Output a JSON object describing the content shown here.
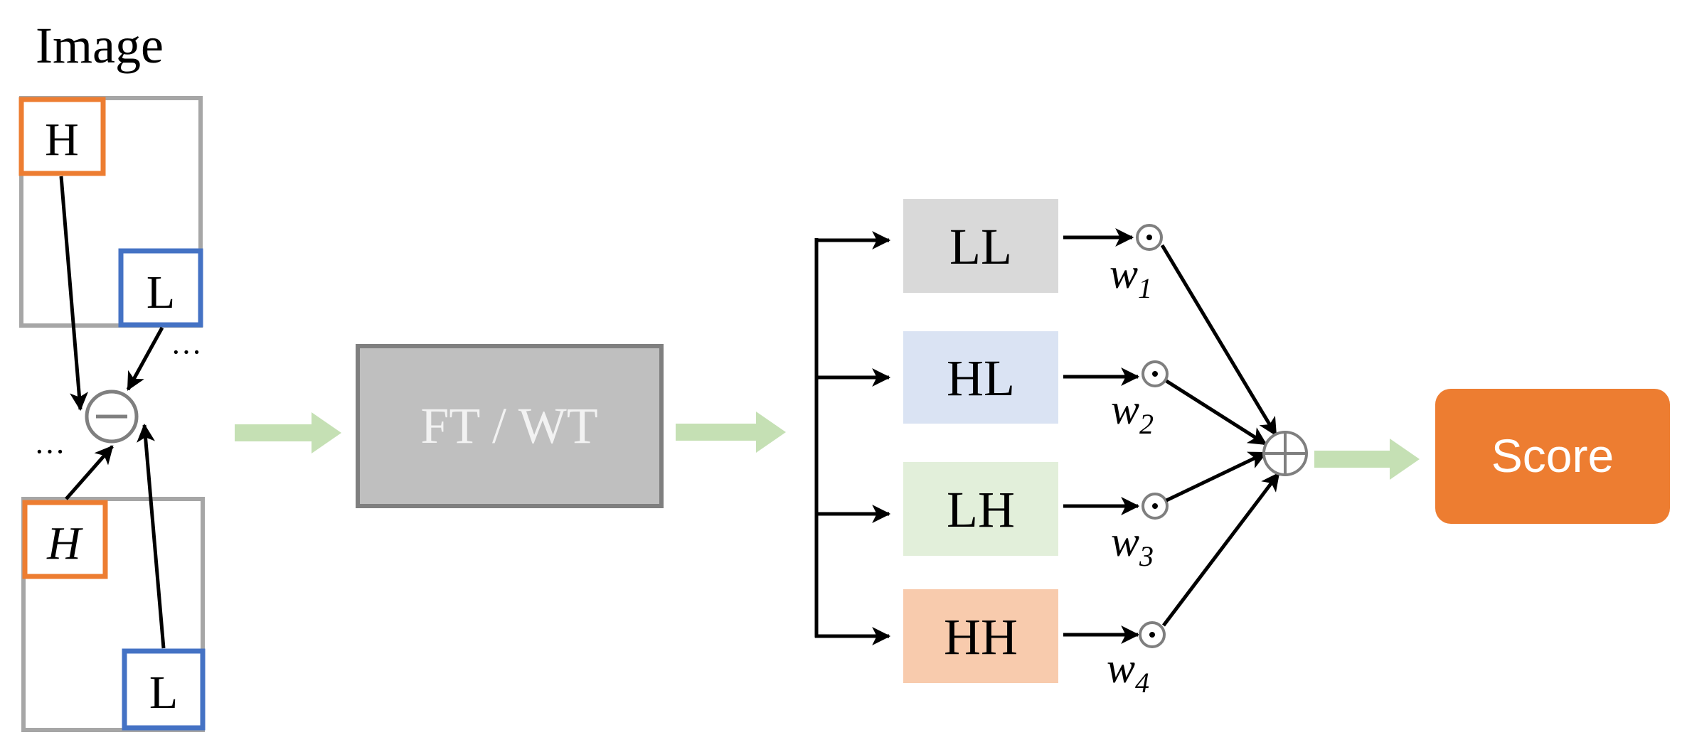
{
  "image_panel": {
    "title": "Image",
    "top_high_label": "H",
    "top_low_label": "L",
    "bottom_high_label": "H",
    "bottom_low_label": "L",
    "ellipsis_right": "···",
    "ellipsis_left": "···"
  },
  "transform_block": {
    "label": "FT / WT"
  },
  "subbands": [
    {
      "label": "LL",
      "weight_base": "w",
      "weight_sub": "1",
      "color": "#d9d9d9"
    },
    {
      "label": "HL",
      "weight_base": "w",
      "weight_sub": "2",
      "color": "#dae3f3"
    },
    {
      "label": "LH",
      "weight_base": "w",
      "weight_sub": "3",
      "color": "#e2efda"
    },
    {
      "label": "HH",
      "weight_base": "w",
      "weight_sub": "4",
      "color": "#f8cbad"
    }
  ],
  "score": {
    "label": "Score",
    "color": "#ed7d31"
  },
  "colors": {
    "high_box": "#ed7d31",
    "low_box": "#4472c4",
    "image_box": "#a6a6a6",
    "flow_arrow": "#c5e0b4",
    "transform_fill": "#bfbfbf",
    "transform_border": "#7f7f7f"
  }
}
